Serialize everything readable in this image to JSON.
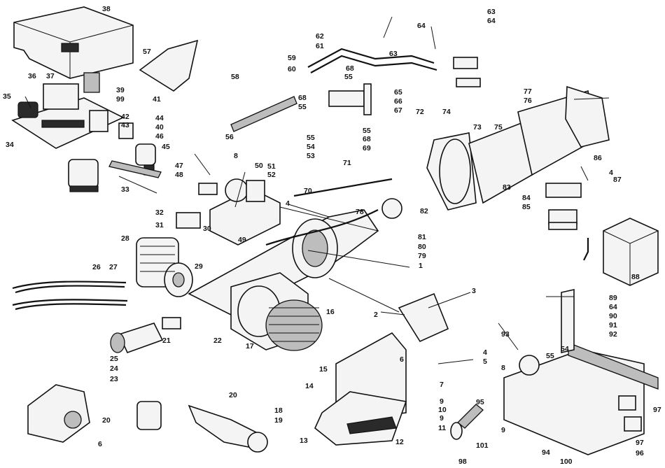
{
  "callouts": [
    "1",
    "2",
    "3",
    "4",
    "5",
    "6",
    "7",
    "8",
    "9",
    "10",
    "11",
    "12",
    "13",
    "14",
    "15",
    "16",
    "17",
    "18",
    "19",
    "20",
    "21",
    "22",
    "23",
    "24",
    "25",
    "26",
    "27",
    "28",
    "29",
    "30",
    "31",
    "32",
    "33",
    "34",
    "35",
    "36",
    "37",
    "38",
    "39",
    "40",
    "41",
    "42",
    "43",
    "44",
    "45",
    "46",
    "47",
    "48",
    "49",
    "50",
    "51",
    "52",
    "53",
    "54",
    "55",
    "56",
    "57",
    "58",
    "59",
    "60",
    "61",
    "62",
    "63",
    "64",
    "65",
    "66",
    "67",
    "68",
    "69",
    "70",
    "71",
    "72",
    "73",
    "74",
    "75",
    "76",
    "77",
    "78",
    "79",
    "80",
    "81",
    "82",
    "83",
    "84",
    "85",
    "86",
    "87",
    "88",
    "89",
    "90",
    "91",
    "92",
    "93",
    "94",
    "95",
    "96",
    "97",
    "98",
    "99",
    "100",
    "101"
  ]
}
